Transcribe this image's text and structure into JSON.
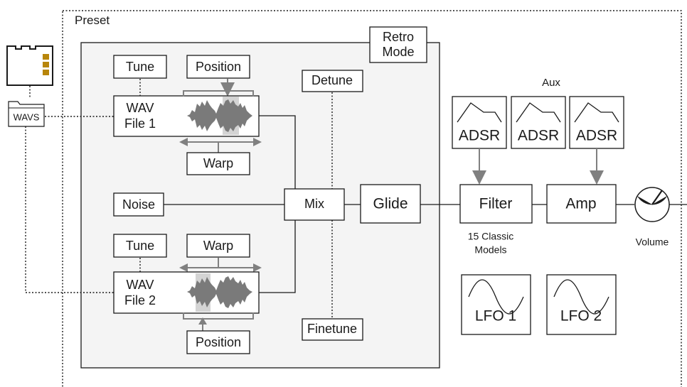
{
  "labels": {
    "preset": "Preset",
    "retro_mode_line1": "Retro",
    "retro_mode_line2": "Mode",
    "tune1": "Tune",
    "position1": "Position",
    "wav1_line1": "WAV",
    "wav1_line2": "File 1",
    "warp1": "Warp",
    "detune": "Detune",
    "noise": "Noise",
    "mix": "Mix",
    "glide": "Glide",
    "tune2": "Tune",
    "warp2": "Warp",
    "wav2_line1": "WAV",
    "wav2_line2": "File 2",
    "position2": "Position",
    "finetune": "Finetune",
    "wavs_folder": "WAVS",
    "aux": "Aux",
    "adsr1": "ADSR",
    "adsr2": "ADSR",
    "adsr3": "ADSR",
    "filter": "Filter",
    "filter_note_line1": "15 Classic",
    "filter_note_line2": "Models",
    "amp": "Amp",
    "volume": "Volume",
    "lfo1": "LFO 1",
    "lfo2": "LFO 2"
  },
  "icons": [
    "sd-card-icon",
    "folder-icon",
    "waveform-icon",
    "adsr-envelope-icon",
    "sine-wave-icon",
    "volume-knob-icon"
  ],
  "colors": {
    "line": "#1a1a1a",
    "panel": "#f4f4f4",
    "accent_grey": "#808080"
  }
}
